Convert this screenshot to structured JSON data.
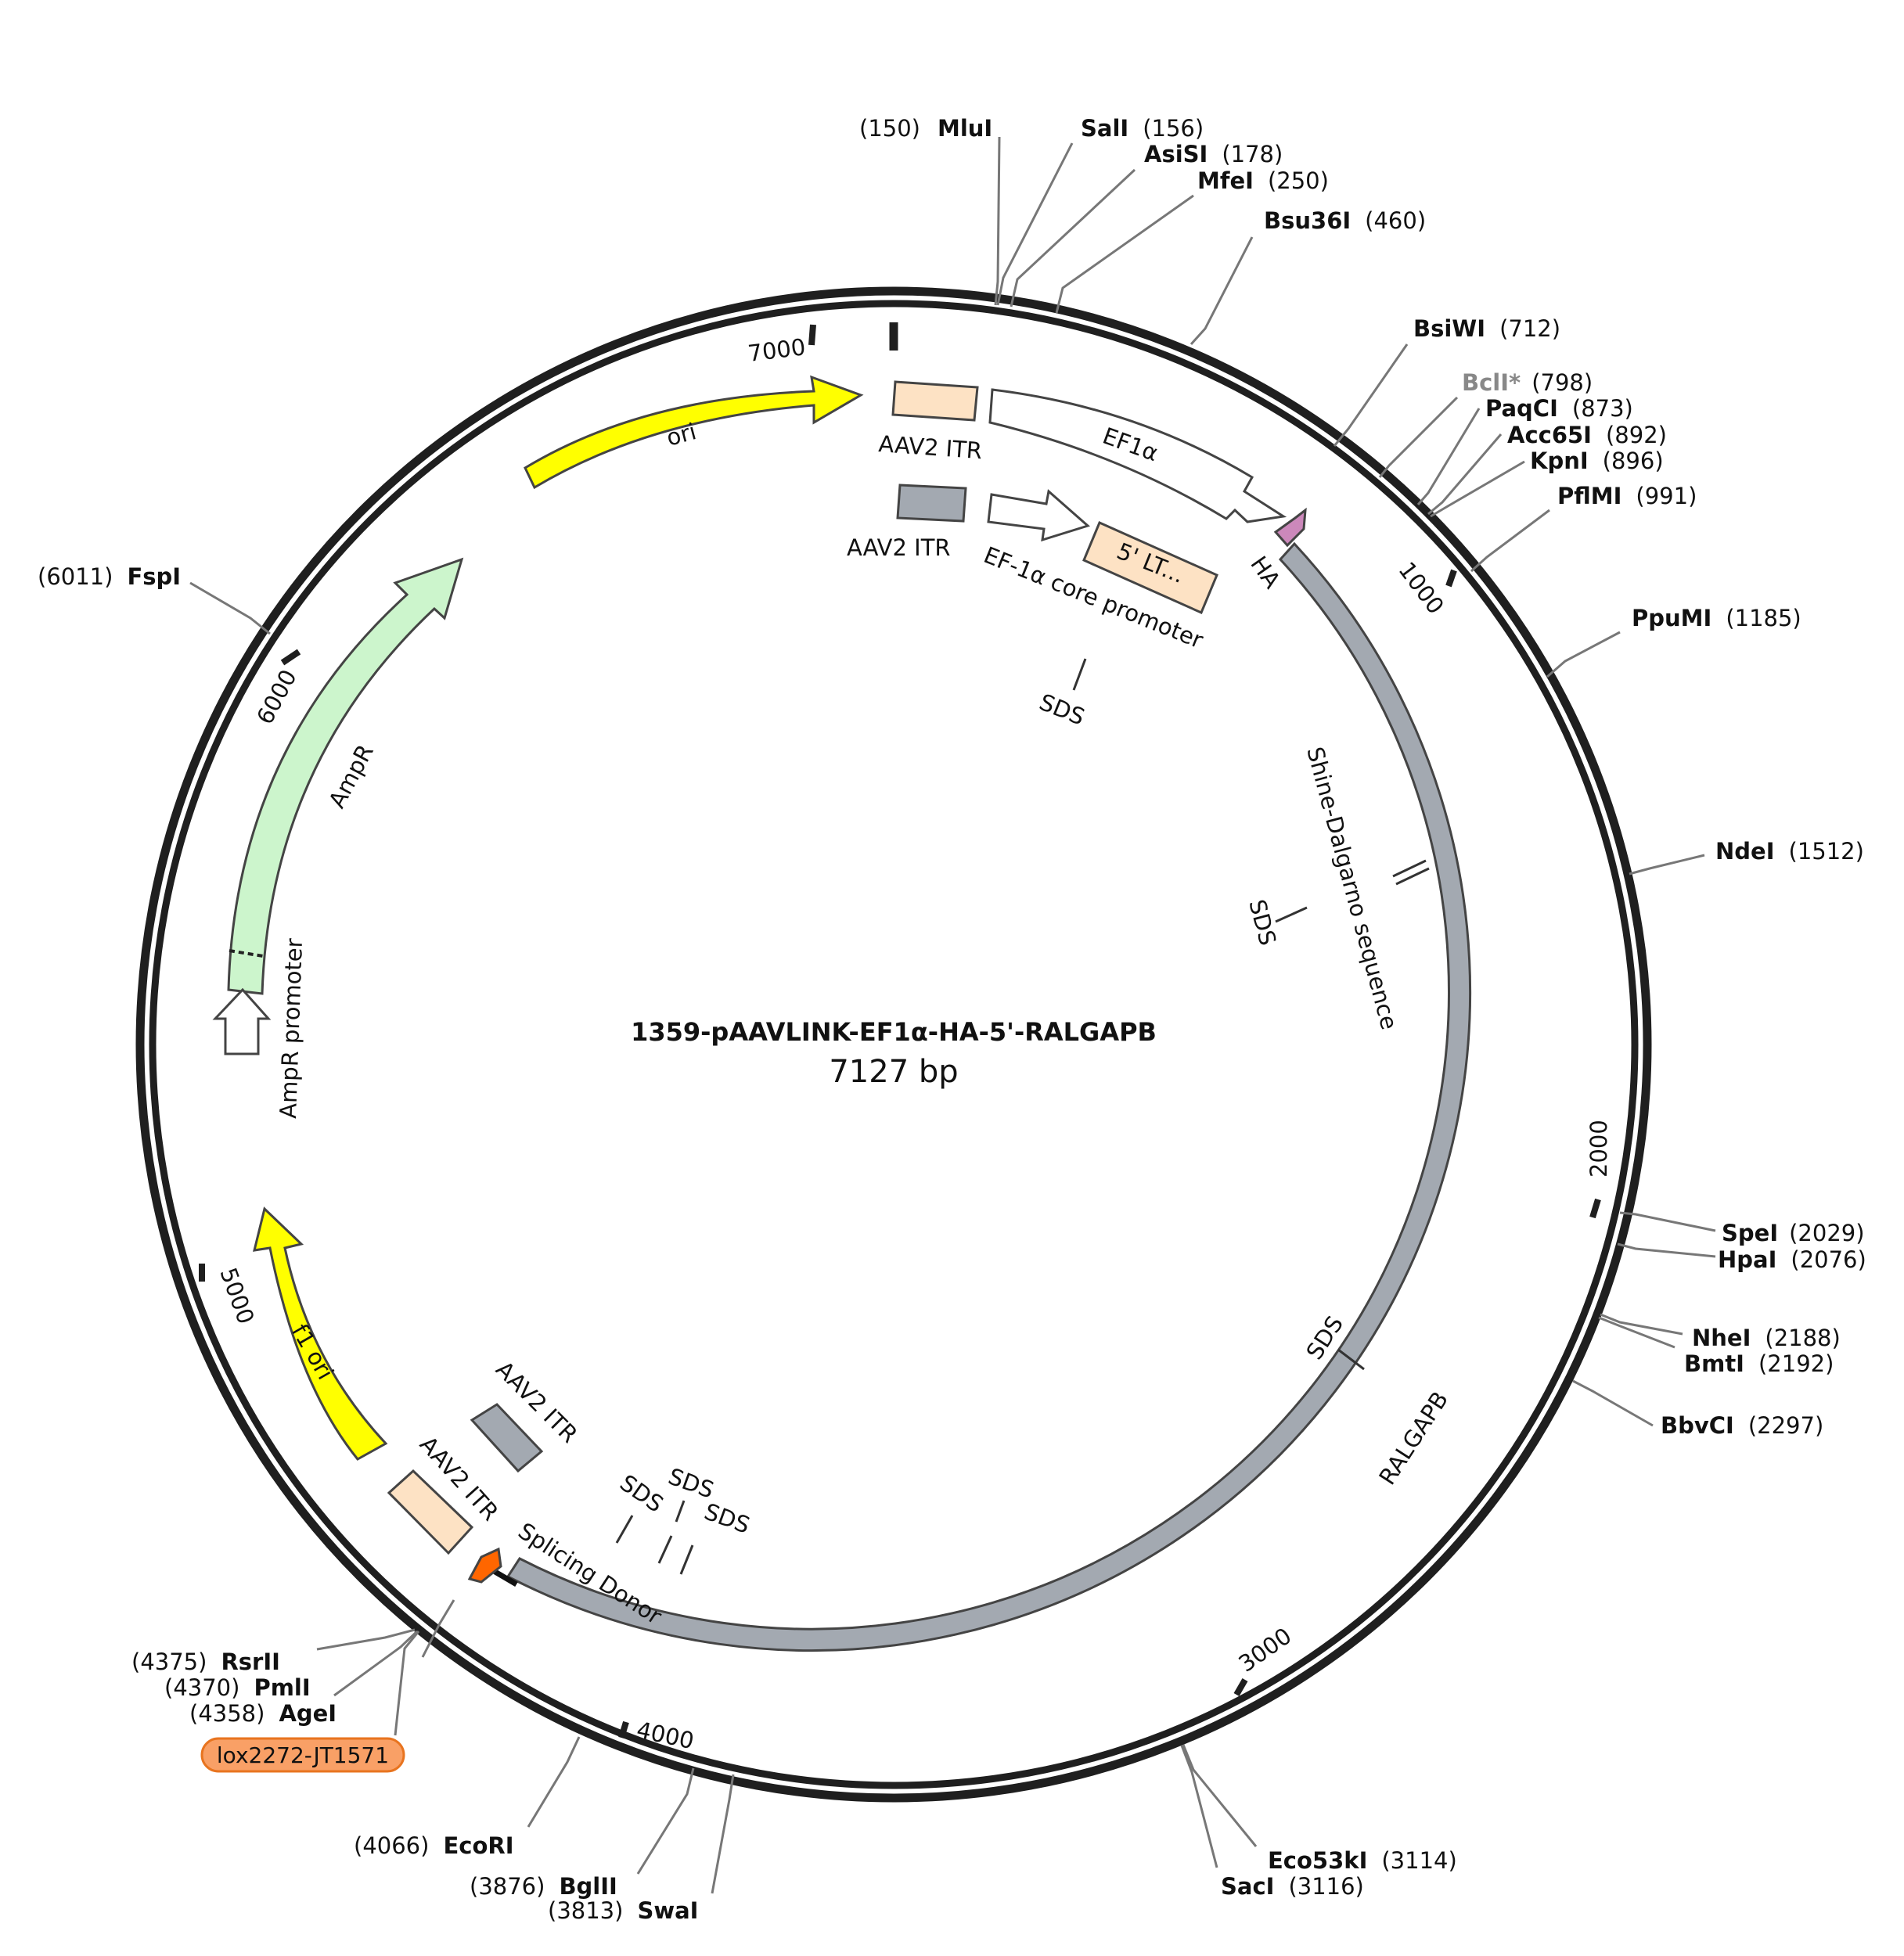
{
  "plasmid": {
    "name": "1359-pAAVLINK-EF1α-HA-5'-RALGAPB",
    "length_label": "7127 bp",
    "length": 7127
  },
  "ticks": [
    "1000",
    "2000",
    "3000",
    "4000",
    "5000",
    "6000",
    "7000"
  ],
  "enzymes": [
    {
      "name": "MluI",
      "pos": "(150)"
    },
    {
      "name": "SalI",
      "pos": "(156)"
    },
    {
      "name": "AsiSI",
      "pos": "(178)"
    },
    {
      "name": "MfeI",
      "pos": "(250)"
    },
    {
      "name": "Bsu36I",
      "pos": "(460)"
    },
    {
      "name": "BsiWI",
      "pos": "(712)"
    },
    {
      "name": "BclI*",
      "pos": "(798)",
      "muted": true
    },
    {
      "name": "PaqCI",
      "pos": "(873)"
    },
    {
      "name": "Acc65I",
      "pos": "(892)"
    },
    {
      "name": "KpnI",
      "pos": "(896)"
    },
    {
      "name": "PflMI",
      "pos": "(991)"
    },
    {
      "name": "PpuMI",
      "pos": "(1185)"
    },
    {
      "name": "NdeI",
      "pos": "(1512)"
    },
    {
      "name": "SpeI",
      "pos": "(2029)"
    },
    {
      "name": "HpaI",
      "pos": "(2076)"
    },
    {
      "name": "NheI",
      "pos": "(2188)"
    },
    {
      "name": "BmtI",
      "pos": "(2192)"
    },
    {
      "name": "BbvCI",
      "pos": "(2297)"
    },
    {
      "name": "Eco53kI",
      "pos": "(3114)"
    },
    {
      "name": "SacI",
      "pos": "(3116)"
    },
    {
      "name": "SwaI",
      "pos": "(3813)"
    },
    {
      "name": "BglII",
      "pos": "(3876)"
    },
    {
      "name": "EcoRI",
      "pos": "(4066)"
    },
    {
      "name": "AgeI",
      "pos": "(4358)"
    },
    {
      "name": "PmlI",
      "pos": "(4370)"
    },
    {
      "name": "RsrII",
      "pos": "(4375)"
    },
    {
      "name": "FspI",
      "pos": "(6011)"
    }
  ],
  "features": {
    "ori": "ori",
    "aav2_itr_top_outer": "AAV2 ITR",
    "aav2_itr_top_inner": "AAV2 ITR",
    "ef1a": "EF1α",
    "ef1a_core": "EF-1α core promoter",
    "five_ltr": "5' LT...",
    "ha": "HA",
    "ampr": "AmpR",
    "ampr_promoter": "AmpR promoter",
    "f1_ori": "f1 ori",
    "aav2_itr_bottom_inner": "AAV2 ITR",
    "aav2_itr_bottom_outer": "AAV2 ITR",
    "splicing_donor": "Splicing Donor",
    "ralgapb": "RALGAPB",
    "shine_dalgarno": "Shine-Dalgarno sequence",
    "sds": "SDS",
    "lox": "lox2272-JT1571"
  },
  "colors": {
    "backbone": "#1f1f1f",
    "ori": "#ffff00",
    "ampr": "#ccf5cc",
    "itr_peach": "#fde2c4",
    "itr_gray": "#a3a9b1",
    "ralgapb": "#a3a9b1",
    "ha": "#cc88bb",
    "splice": "#ff6600",
    "lox_bg": "#f9a066",
    "lox_border": "#e8741f"
  }
}
